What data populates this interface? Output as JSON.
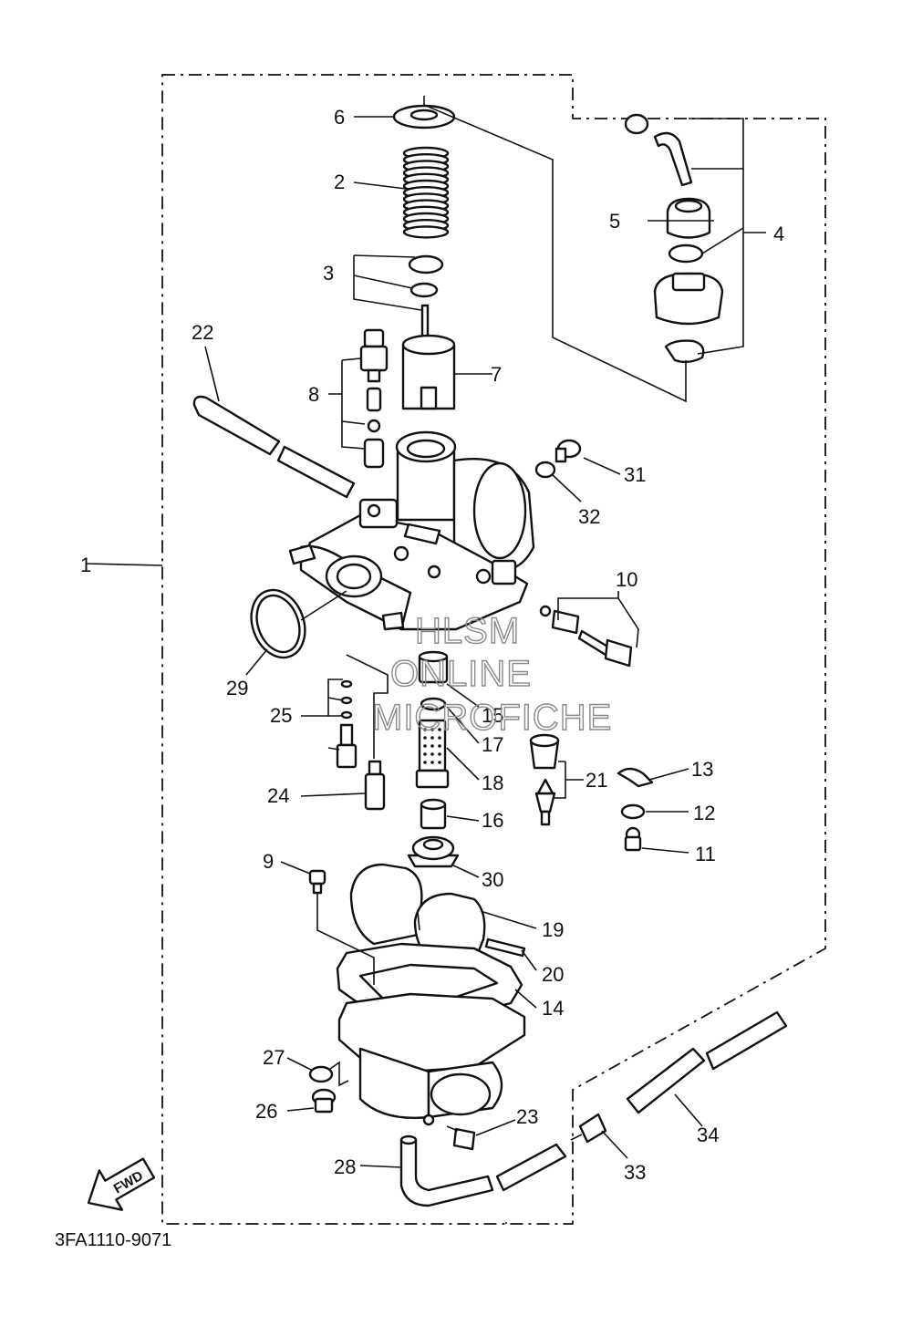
{
  "diagram": {
    "figure_code": "3FA1110-9071",
    "direction_label": "FWD",
    "watermark": [
      "HLSM",
      "ONLINE",
      "MICROFICHE"
    ],
    "callouts": [
      "1",
      "2",
      "3",
      "4",
      "5",
      "6",
      "7",
      "8",
      "9",
      "10",
      "11",
      "12",
      "13",
      "14",
      "15",
      "16",
      "17",
      "18",
      "19",
      "20",
      "21",
      "22",
      "23",
      "24",
      "25",
      "26",
      "27",
      "28",
      "29",
      "30",
      "31",
      "32",
      "33",
      "34"
    ]
  }
}
